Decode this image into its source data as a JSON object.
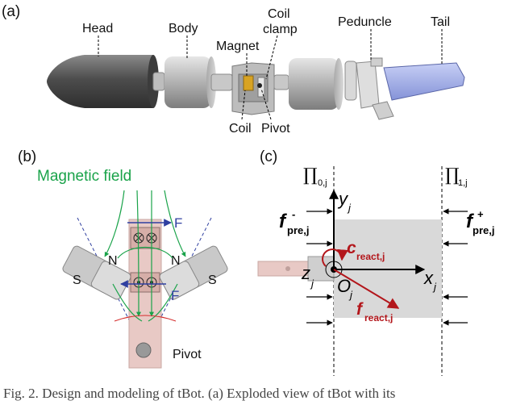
{
  "panel_a": {
    "label": "(a)",
    "parts": {
      "head": "Head",
      "body": "Body",
      "magnet": "Magnet",
      "coil_clamp_1": "Coil",
      "coil_clamp_2": "clamp",
      "peduncle": "Peduncle",
      "tail": "Tail",
      "coil": "Coil",
      "pivot": "Pivot"
    }
  },
  "panel_b": {
    "label": "(b)",
    "magnetic_field": "Magnetic field",
    "force_top": "F",
    "force_bottom": "F",
    "pole_left_n": "N",
    "pole_left_s": "S",
    "pole_right_n": "N",
    "pole_right_s": "S",
    "pivot": "Pivot"
  },
  "panel_c": {
    "label": "(c)",
    "plane_left": "∏",
    "plane_left_sub": "0,j",
    "plane_right": "∏",
    "plane_right_sub": "1,j",
    "y_axis": "y",
    "y_sub": "j",
    "x_axis": "x",
    "x_sub": "j",
    "z_axis": "z",
    "z_sub": "j",
    "origin": "O",
    "origin_sub": "j",
    "f_pre_left": "f",
    "f_pre_left_sup": "-",
    "f_pre_left_sub": "pre,j",
    "f_pre_right": "f",
    "f_pre_right_sup": "+",
    "f_pre_right_sub": "pre,j",
    "c_react": "c",
    "c_react_sub": "react,j",
    "f_react": "f",
    "f_react_sub": "react,j"
  },
  "caption": "Fig. 2.  Design and modeling of tBot. (a) Exploded view of tBot with its",
  "colors": {
    "metal_dark": "#5a5a5a",
    "metal_light": "#cfcfcf",
    "red_rod": "#d42a2a",
    "brass": "#d8a323",
    "tail_blue": "#9aa7e6",
    "field_green": "#1aa34a",
    "force_blue": "#2f3fa0",
    "react_red": "#b3161b",
    "pink_link": "#e8c9c5",
    "gray_box": "#d9d9d9"
  }
}
